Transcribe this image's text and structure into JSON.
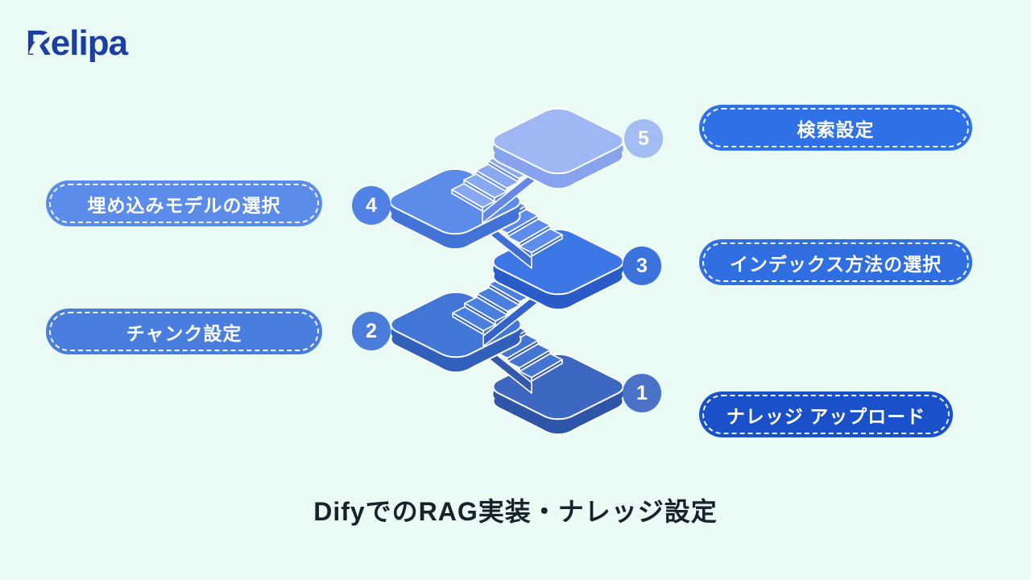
{
  "logo": {
    "text": "Relipa"
  },
  "title": "DifyでのRAG実装・ナレッジ設定",
  "steps": [
    {
      "number": "1",
      "label": "ナレッジ アップロード",
      "pill_color": "#1a51cb",
      "circle_color": "#4a73c8"
    },
    {
      "number": "2",
      "label": "チャンク設定",
      "pill_color": "#4a7ede",
      "circle_color": "#4a7cdc"
    },
    {
      "number": "3",
      "label": "インデックス方法の選択",
      "pill_color": "#2f6fe2",
      "circle_color": "#3b72dc"
    },
    {
      "number": "4",
      "label": "埋め込みモデルの選択",
      "pill_color": "#5b8cea",
      "circle_color": "#4f82e4"
    },
    {
      "number": "5",
      "label": "検索設定",
      "pill_color": "#2f71e6",
      "circle_color": "#a3bcf2"
    }
  ],
  "staircase": {
    "platforms": [
      {
        "top": "#3c68c2",
        "side": "#2e55a8"
      },
      {
        "top": "#4277d8",
        "side": "#3160bb"
      },
      {
        "top": "#3d77e6",
        "side": "#2a5cc8"
      },
      {
        "top": "#5c8cea",
        "side": "#4273d6"
      },
      {
        "top": "#9fb8f4",
        "side": "#87a3ee"
      }
    ],
    "flights": [
      {
        "tread": "#4575d2",
        "riser": "#3459ab"
      },
      {
        "tread": "#4a7fe0",
        "riser": "#3463cc"
      },
      {
        "tread": "#5d8cec",
        "riser": "#416fd8"
      },
      {
        "tread": "#88a8f0",
        "riser": "#6488e4"
      }
    ]
  },
  "colors": {
    "background": "#eafaf5",
    "title_text": "#17222c",
    "logo_blue": "#1d3fa4",
    "stroke_white": "#ffffff"
  }
}
